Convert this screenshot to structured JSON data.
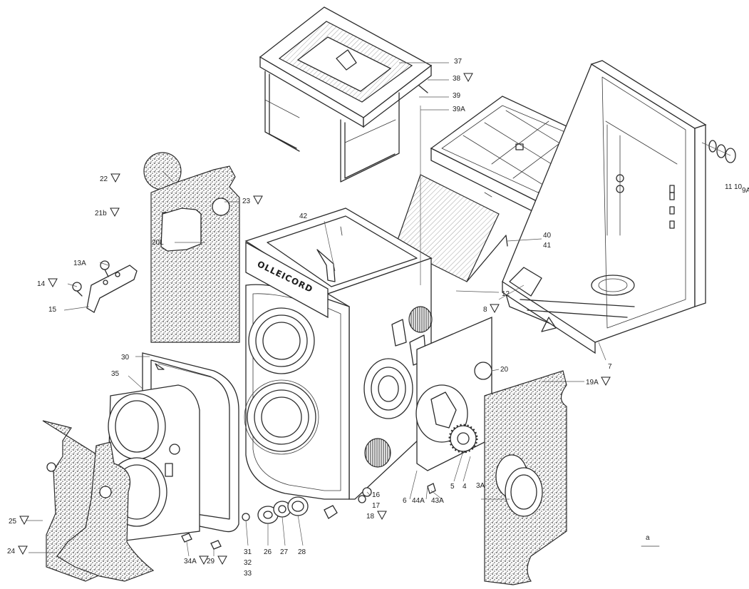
{
  "diagram": {
    "brand_lettering": "OLLEICORD",
    "corner_mark": "a",
    "callouts": [
      {
        "id": "c37",
        "text": "37",
        "marked": false
      },
      {
        "id": "c38",
        "text": "38",
        "marked": true
      },
      {
        "id": "c39",
        "text": "39",
        "marked": false
      },
      {
        "id": "c39a",
        "text": "39A",
        "marked": false
      },
      {
        "id": "c22",
        "text": "22",
        "marked": true
      },
      {
        "id": "c21b",
        "text": "21b",
        "marked": true
      },
      {
        "id": "c23",
        "text": "23",
        "marked": true
      },
      {
        "id": "c20l",
        "text": "20L",
        "marked": false
      },
      {
        "id": "c42",
        "text": "42",
        "marked": false
      },
      {
        "id": "c13a",
        "text": "13A",
        "marked": false
      },
      {
        "id": "c14",
        "text": "14",
        "marked": true
      },
      {
        "id": "c15",
        "text": "15",
        "marked": false
      },
      {
        "id": "c11",
        "text": "11",
        "marked": false
      },
      {
        "id": "c10",
        "text": "10",
        "marked": false
      },
      {
        "id": "c9a",
        "text": "9A",
        "marked": true
      },
      {
        "id": "c40",
        "text": "40",
        "marked": false
      },
      {
        "id": "c41",
        "text": "41",
        "marked": false
      },
      {
        "id": "c12",
        "text": "12",
        "marked": false
      },
      {
        "id": "c8",
        "text": "8",
        "marked": true
      },
      {
        "id": "c7",
        "text": "7",
        "marked": false
      },
      {
        "id": "c30",
        "text": "30",
        "marked": false
      },
      {
        "id": "c35",
        "text": "35",
        "marked": false
      },
      {
        "id": "c20",
        "text": "20",
        "marked": false
      },
      {
        "id": "c19a",
        "text": "19A",
        "marked": true
      },
      {
        "id": "c16",
        "text": "16",
        "marked": false
      },
      {
        "id": "c17",
        "text": "17",
        "marked": false
      },
      {
        "id": "c18",
        "text": "18",
        "marked": true
      },
      {
        "id": "c6",
        "text": "6",
        "marked": false
      },
      {
        "id": "c44a",
        "text": "44A",
        "marked": false
      },
      {
        "id": "c43a",
        "text": "43A",
        "marked": false
      },
      {
        "id": "c5",
        "text": "5",
        "marked": false
      },
      {
        "id": "c4",
        "text": "4",
        "marked": false
      },
      {
        "id": "c3a",
        "text": "3A",
        "marked": false
      },
      {
        "id": "c25",
        "text": "25",
        "marked": true
      },
      {
        "id": "c24",
        "text": "24",
        "marked": true
      },
      {
        "id": "c31",
        "text": "31",
        "marked": false
      },
      {
        "id": "c32",
        "text": "32",
        "marked": false
      },
      {
        "id": "c33",
        "text": "33",
        "marked": false
      },
      {
        "id": "c26",
        "text": "26",
        "marked": false
      },
      {
        "id": "c27",
        "text": "27",
        "marked": false
      },
      {
        "id": "c28",
        "text": "28",
        "marked": false
      },
      {
        "id": "c34a",
        "text": "34A",
        "marked": true
      },
      {
        "id": "c29",
        "text": "29",
        "marked": true
      }
    ]
  }
}
